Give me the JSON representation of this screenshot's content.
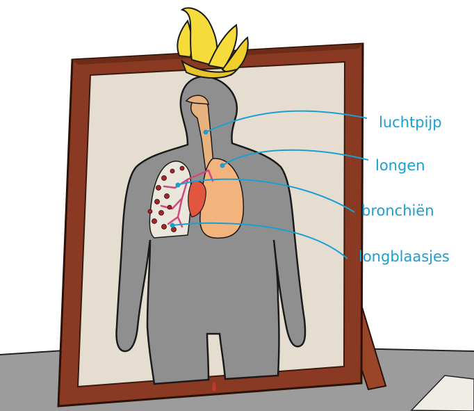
{
  "labels": {
    "trachea": "luchtpijp",
    "lungs": "longen",
    "bronchi": "bronchiën",
    "alveoli": "longblaasjes"
  },
  "colors": {
    "label_blue": "#1a9fd3",
    "frame_brown": "#8a3a22",
    "frame_dark": "#4a1e12",
    "canvas": "#e4ddd0",
    "body_grey": "#8f8f8f",
    "airway_tan": "#e8b27e",
    "lung_orange": "#f2b37d",
    "heart_red": "#e0563e",
    "alveoli_red": "#a6232a",
    "bronchi_pink": "#d0487c",
    "banana_yellow": "#f5dc3a",
    "table_grey": "#8b8b8b"
  }
}
